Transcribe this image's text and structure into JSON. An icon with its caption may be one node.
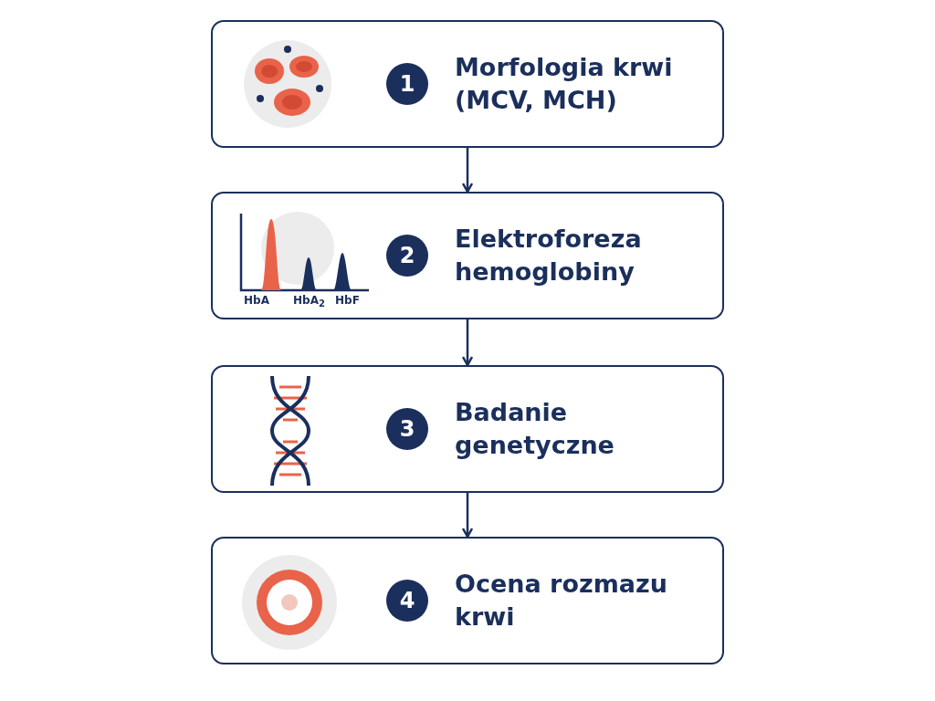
{
  "diagram": {
    "nodes": [
      {
        "text": [
          "Morfologia krwi (MCV, MCH)"
        ]
      },
      {
        "text": [
          "1"
        ],
        "in": 0
      },
      {
        "text": [
          "Elektroforeza hemoglobiny"
        ]
      },
      {
        "text": [
          "2"
        ],
        "in": 2
      },
      {
        "text": [
          "Badanie genetyczne"
        ]
      },
      {
        "text": [
          "3"
        ],
        "in": 4
      },
      {
        "text": [
          "Ocena rozmazu krwi"
        ]
      },
      {
        "text": [
          "4"
        ],
        "in": 6
      }
    ],
    "edges": [
      {
        "from": 0,
        "to": 2,
        "arrow": "to"
      },
      {
        "from": 2,
        "to": 4,
        "arrow": "to"
      },
      {
        "from": 4,
        "to": 6,
        "arrow": "to"
      }
    ],
    "labels": [
      "HbA",
      "HbA$_{2}$",
      "HbF"
    ]
  }
}
